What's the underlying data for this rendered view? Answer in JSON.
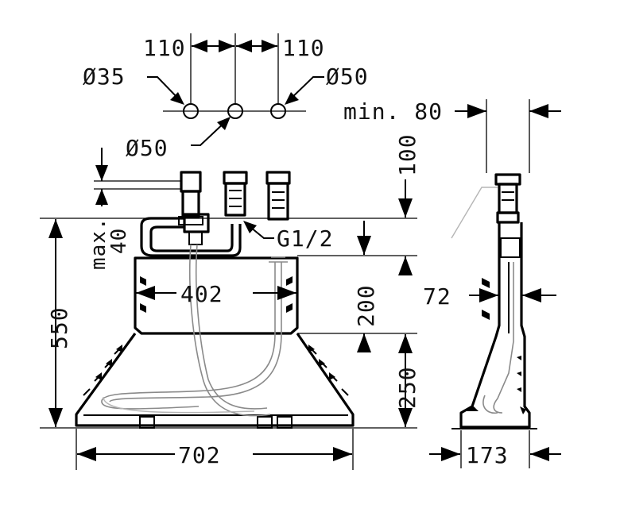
{
  "dimensions": {
    "spacing_left": "110",
    "spacing_right": "110",
    "hole_left": "Ø35",
    "hole_right": "Ø50",
    "hole_center": "Ø50",
    "clearance": "min. 80",
    "top_height": "100",
    "max_protrusion_line1": "max.",
    "max_protrusion_line2": "40",
    "thread": "G1/2",
    "inner_width": "402",
    "total_height": "550",
    "upper_height": "200",
    "lower_height": "250",
    "base_width": "702",
    "side_depth": "72",
    "side_base": "173"
  }
}
